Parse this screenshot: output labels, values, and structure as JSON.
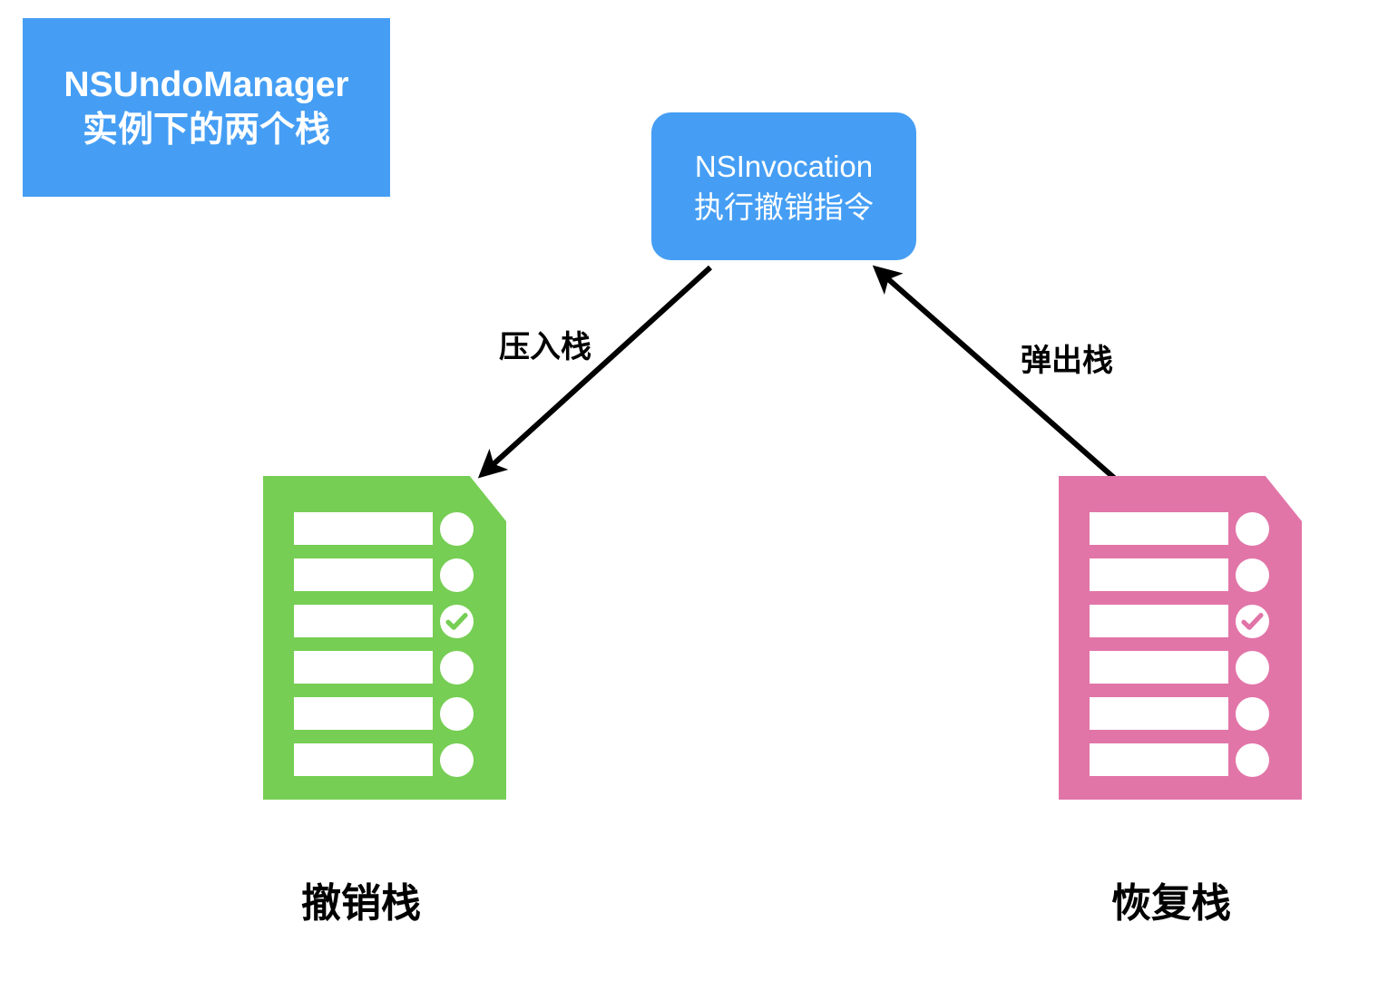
{
  "title_box": {
    "background": "#459ef4",
    "lines": [
      "NSUndoManager",
      "实例下的两个栈"
    ]
  },
  "invocation_box": {
    "background": "#459ef4",
    "lines": [
      "NSInvocation",
      "执行撤销指令"
    ]
  },
  "arrows": [
    {
      "name": "push-arrow",
      "label": "压入栈",
      "from": "invocation_box",
      "to": "undo_stack",
      "color": "#000000"
    },
    {
      "name": "pop-arrow",
      "label": "弹出栈",
      "from": "redo_stack",
      "to": "invocation_box",
      "color": "#000000"
    }
  ],
  "stacks": [
    {
      "name": "undo-stack",
      "caption": "撤销栈",
      "color": "#76ce54",
      "rows": [
        {
          "checked": false
        },
        {
          "checked": false
        },
        {
          "checked": true
        },
        {
          "checked": false
        },
        {
          "checked": false
        },
        {
          "checked": false
        }
      ]
    },
    {
      "name": "redo-stack",
      "caption": "恢复栈",
      "color": "#e175a8",
      "rows": [
        {
          "checked": false
        },
        {
          "checked": false
        },
        {
          "checked": true
        },
        {
          "checked": false
        },
        {
          "checked": false
        },
        {
          "checked": false
        }
      ]
    }
  ]
}
